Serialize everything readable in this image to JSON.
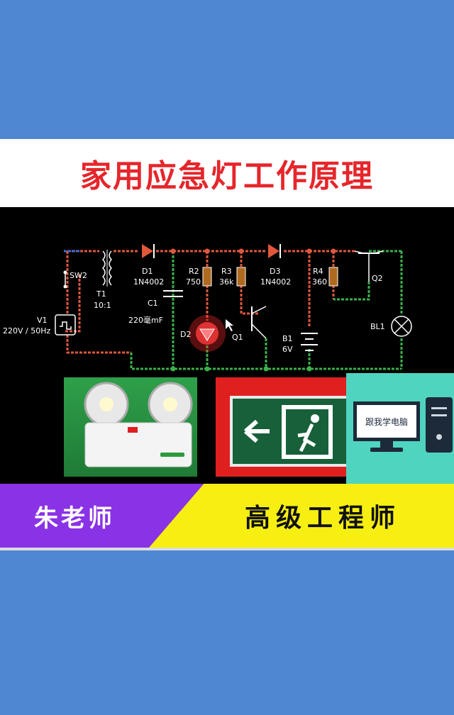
{
  "title": "家用应急灯工作原理",
  "circuit": {
    "sw2": "SW2",
    "t1": "T1",
    "t1_ratio": "10:1",
    "v1": "V1",
    "v1_value": "220V / 50Hz",
    "d1": "D1",
    "d1_part": "1N4002",
    "c1": "C1",
    "c1_value": "220毫mF",
    "r2": "R2",
    "r2_value": "750",
    "r3": "R3",
    "r3_value": "36k",
    "d3": "D3",
    "d3_part": "1N4002",
    "r4": "R4",
    "r4_value": "360",
    "q1": "Q1",
    "q2": "Q2",
    "d2": "D2",
    "b1": "B1",
    "b1_value": "6V",
    "bl1": "BL1"
  },
  "pc_badge": {
    "screen_text": "跟我学电脑"
  },
  "banner": {
    "teacher": "朱老师",
    "role": "高级工程师"
  },
  "colors": {
    "band": "#4f87d2",
    "title": "#e5262b",
    "purple": "#8a32e6",
    "yellow": "#f7ef12",
    "wire_red": "#e0573b",
    "wire_green": "#39b24a"
  }
}
